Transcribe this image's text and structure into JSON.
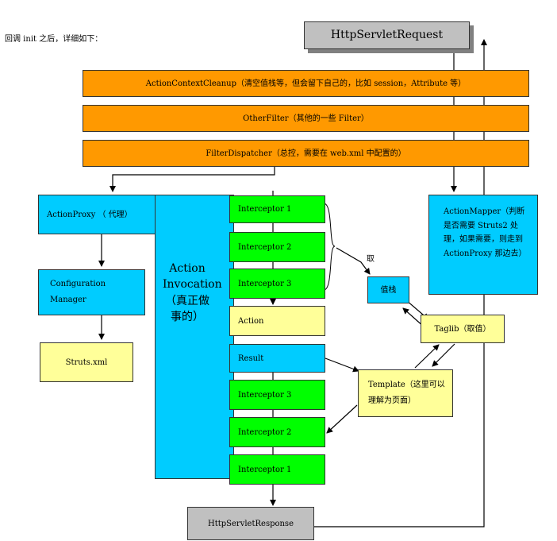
{
  "intro": "回调 init 之后，详细如下：",
  "boxes": {
    "request": "HttpServletRequest",
    "cleanup": "ActionContextCleanup（清空值栈等，但会留下自己的，比如 session，Attribute 等）",
    "other_filter": "OtherFilter（其他的一些 Filter）",
    "filter_dispatcher": "FilterDispatcher（总控，需要在 web.xml 中配置的）",
    "action_proxy": "ActionProxy （ 代理）",
    "config_manager": "Configuration Manager",
    "struts_xml": "Struts.xml",
    "action_invocation": "Action Invocation （真正做事的）",
    "interceptor1_top": "Interceptor 1",
    "interceptor2_top": "Interceptor 2",
    "interceptor3_top": "Interceptor 3",
    "action": "Action",
    "result": "Result",
    "interceptor3_bottom": "Interceptor 3",
    "interceptor2_bottom": "Interceptor 2",
    "interceptor1_bottom": "Interceptor 1",
    "action_mapper": "ActionMapper（判断是否需要 Struts2 处理，如果需要，则走到 ActionProxy 那边去）",
    "value_stack": "值栈",
    "taglib": "Taglib（取值）",
    "template": "Template（这里可以理解为页面）",
    "response": "HttpServletResponse"
  },
  "labels": {
    "fetch": "取"
  }
}
